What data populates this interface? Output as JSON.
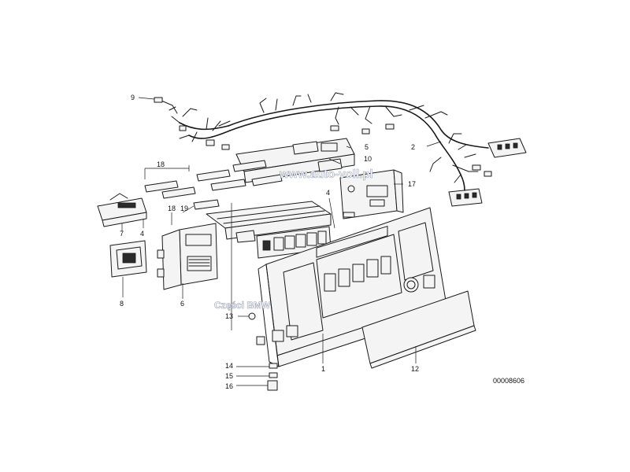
{
  "diagram": {
    "callouts": [
      {
        "id": "c1",
        "label": "1"
      },
      {
        "id": "c2",
        "label": "2"
      },
      {
        "id": "c4a",
        "label": "4"
      },
      {
        "id": "c4b",
        "label": "4"
      },
      {
        "id": "c5",
        "label": "5"
      },
      {
        "id": "c6",
        "label": "6"
      },
      {
        "id": "c7",
        "label": "7"
      },
      {
        "id": "c8",
        "label": "8"
      },
      {
        "id": "c9",
        "label": "9"
      },
      {
        "id": "c10",
        "label": "10"
      },
      {
        "id": "c12",
        "label": "12"
      },
      {
        "id": "c13",
        "label": "13"
      },
      {
        "id": "c14",
        "label": "14"
      },
      {
        "id": "c15",
        "label": "15"
      },
      {
        "id": "c16",
        "label": "16"
      },
      {
        "id": "c17",
        "label": "17"
      },
      {
        "id": "c18a",
        "label": "18"
      },
      {
        "id": "c18b",
        "label": "18"
      },
      {
        "id": "c19",
        "label": "19"
      }
    ],
    "drawing_number": "00008606",
    "watermarks": {
      "site": "www.auto-voll.pl",
      "brand": "Części BMW"
    }
  }
}
